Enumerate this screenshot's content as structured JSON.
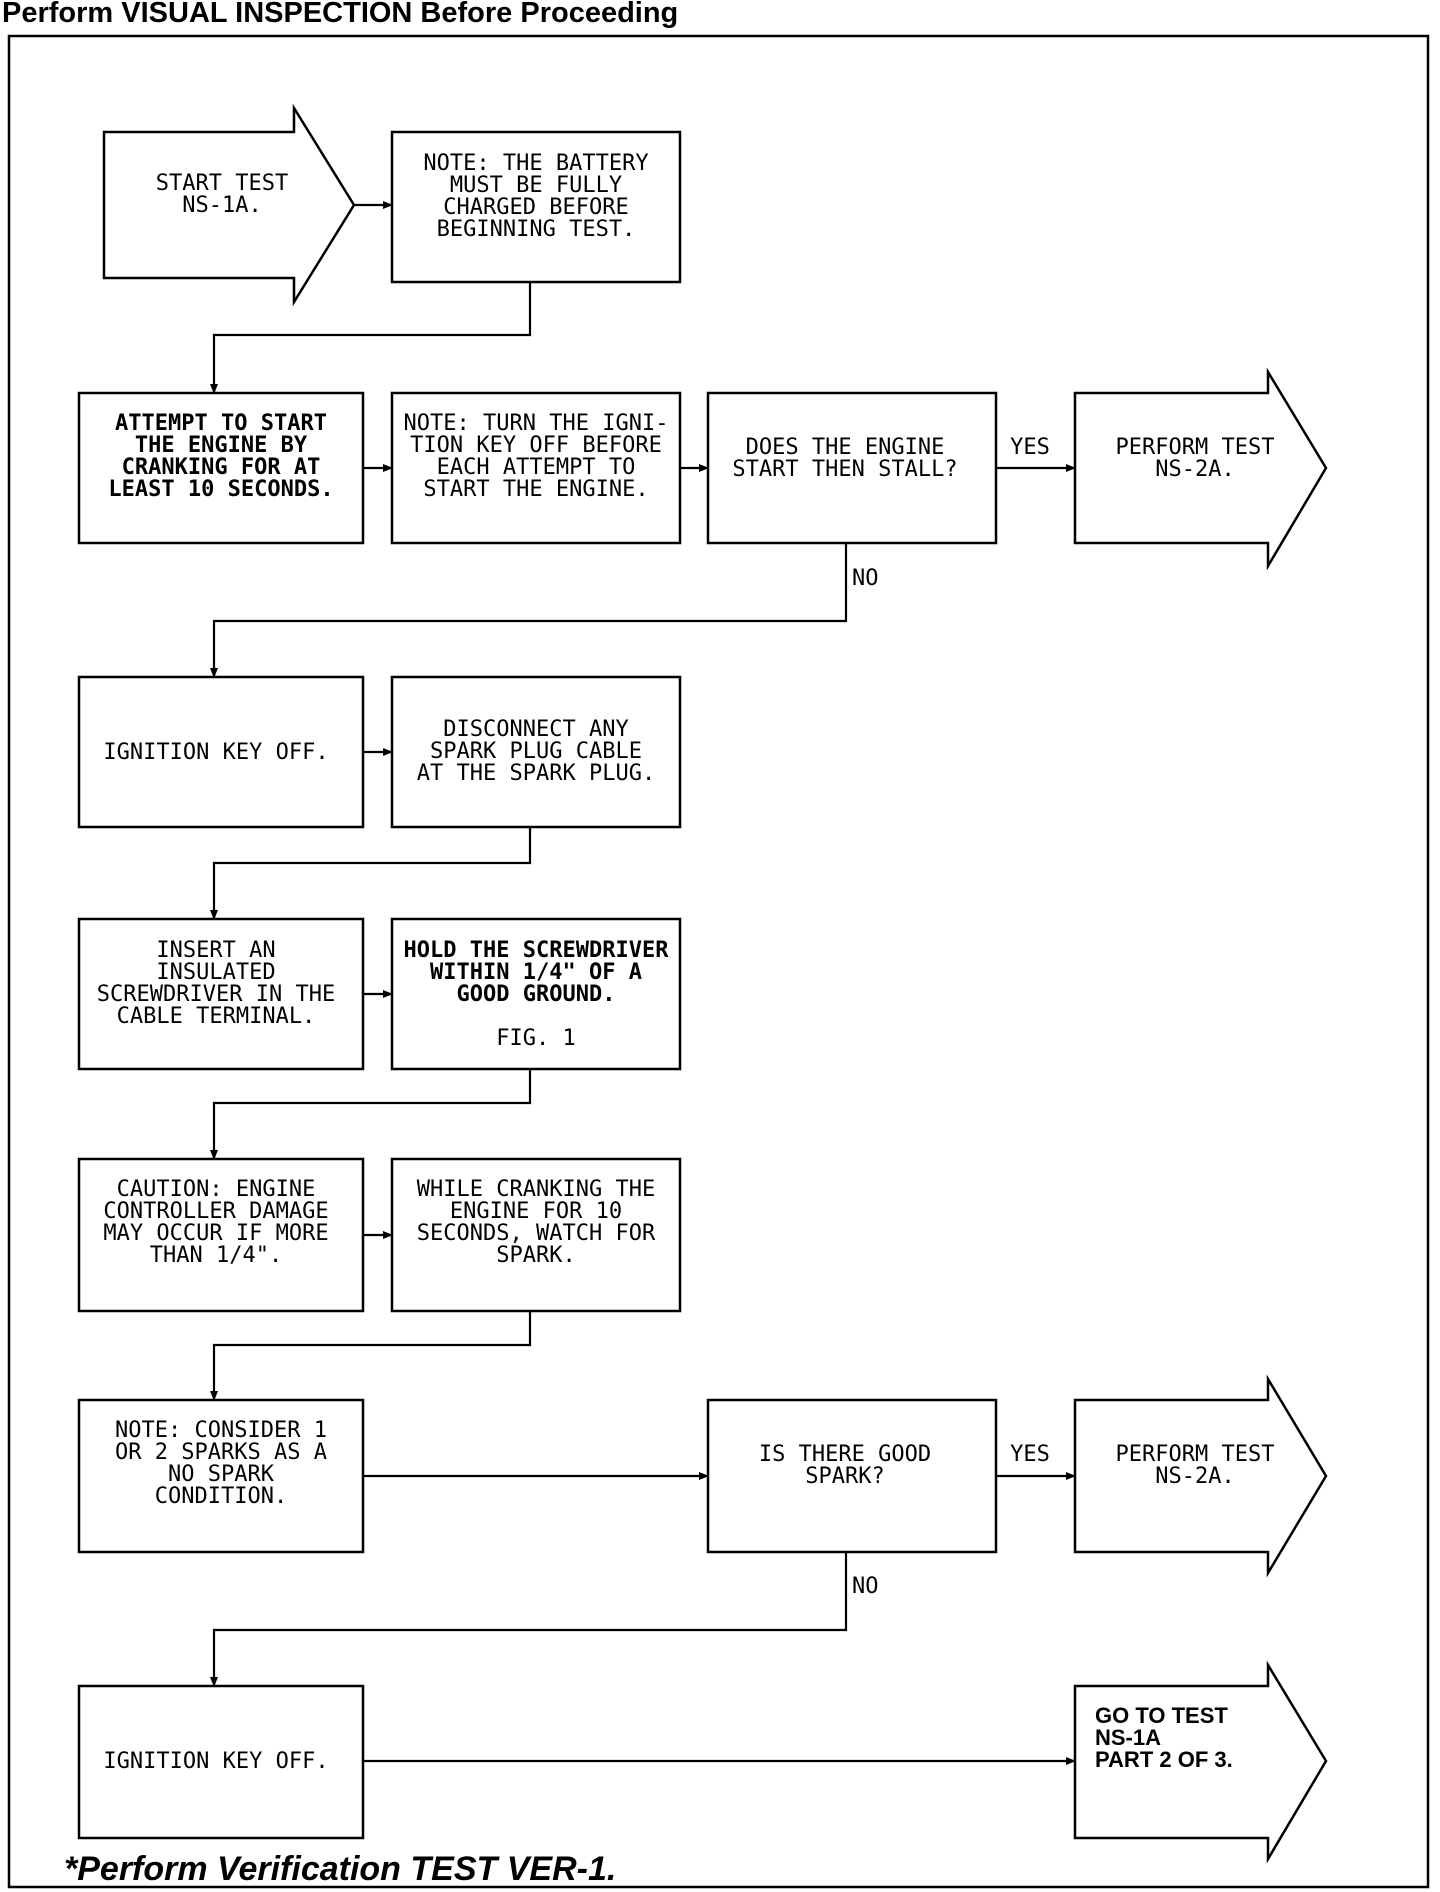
{
  "header": "Perform VISUAL INSPECTION Before Proceeding",
  "footer": "*Perform Verification TEST VER-1.",
  "nodes": {
    "start": [
      "START TEST",
      "NS-1A."
    ],
    "note_battery": [
      "NOTE: THE BATTERY",
      "MUST BE FULLY",
      "CHARGED BEFORE",
      "BEGINNING TEST."
    ],
    "attempt_start": [
      "ATTEMPT TO START",
      "THE ENGINE BY",
      "CRANKING FOR AT",
      "LEAST 10 SECONDS."
    ],
    "note_key": [
      "NOTE: TURN THE IGNI-",
      "TION KEY OFF BEFORE",
      "EACH ATTEMPT TO",
      "START THE ENGINE."
    ],
    "q_stall": [
      "DOES THE ENGINE",
      "START THEN STALL?"
    ],
    "goto_ns2a_1": [
      "PERFORM TEST",
      "NS-2A."
    ],
    "key_off_1": [
      "IGNITION KEY OFF."
    ],
    "disconnect": [
      "DISCONNECT ANY",
      "SPARK PLUG CABLE",
      "AT THE SPARK PLUG."
    ],
    "insert": [
      "INSERT AN",
      "INSULATED",
      "SCREWDRIVER IN THE",
      "CABLE TERMINAL."
    ],
    "hold": [
      "HOLD THE SCREWDRIVER",
      "WITHIN 1/4\" OF A",
      "GOOD GROUND."
    ],
    "hold_fig": "FIG. 1",
    "caution": [
      "CAUTION: ENGINE",
      "CONTROLLER DAMAGE",
      "MAY OCCUR IF MORE",
      "THAN 1/4\"."
    ],
    "cranking": [
      "WHILE CRANKING THE",
      "ENGINE FOR 10",
      "SECONDS, WATCH FOR",
      "SPARK."
    ],
    "note_spark": [
      "NOTE: CONSIDER 1",
      "OR 2 SPARKS AS A",
      "NO SPARK",
      "CONDITION."
    ],
    "q_spark": [
      "IS THERE GOOD",
      "SPARK?"
    ],
    "goto_ns2a_2": [
      "PERFORM TEST",
      "NS-2A."
    ],
    "key_off_2": [
      "IGNITION KEY OFF."
    ],
    "goto_part2": [
      "GO TO TEST",
      "NS-1A",
      "PART 2 OF 3."
    ]
  },
  "labels": {
    "yes": "YES",
    "no": "NO"
  }
}
